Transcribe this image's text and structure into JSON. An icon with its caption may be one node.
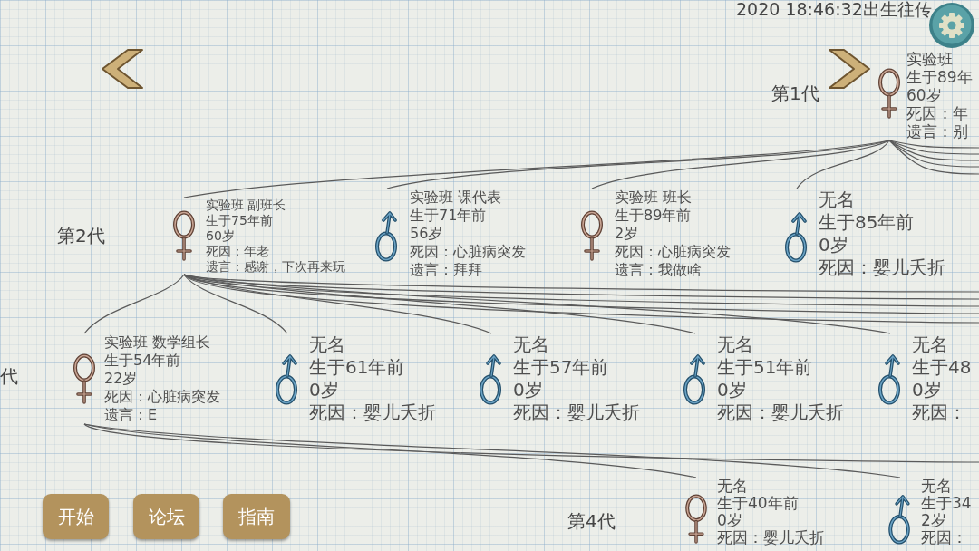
{
  "diagram": {
    "nodes": [
      {
        "text": [
          "实验班",
          "生于89年",
          "60岁",
          "死因：年",
          "遗言：别"
        ]
      },
      {
        "text": [
          "实验班 副班长",
          "生于75年前",
          "60岁",
          "死因：年老",
          "遗言：感谢，下次再来玩"
        ]
      },
      {
        "text": [
          "实验班 课代表",
          "生于71年前",
          "56岁",
          "死因：心脏病突发",
          "遗言：拜拜"
        ]
      },
      {
        "text": [
          "实验班 班长",
          "生于89年前",
          "2岁",
          "死因：心脏病突发",
          "遗言：我做啥"
        ]
      },
      {
        "text": [
          "无名",
          "生于85年前",
          "0岁",
          "死因：婴儿夭折"
        ]
      },
      {
        "text": [
          "实验班 数学组长",
          "生于54年前",
          "22岁",
          "死因：心脏病突发",
          "遗言：E"
        ]
      },
      {
        "text": [
          "无名",
          "生于61年前",
          "0岁",
          "死因：婴儿夭折"
        ]
      },
      {
        "text": [
          "无名",
          "生于57年前",
          "0岁",
          "死因：婴儿夭折"
        ]
      },
      {
        "text": [
          "无名",
          "生于51年前",
          "0岁",
          "死因：婴儿夭折"
        ]
      },
      {
        "text": [
          "无名",
          "生于48",
          "0岁",
          "死因："
        ]
      },
      {
        "text": [
          "无名",
          "生于40年前",
          "0岁",
          "死因：婴儿夭折"
        ]
      },
      {
        "text": [
          "无名",
          "生于34",
          "2岁",
          "死因："
        ]
      }
    ],
    "edges": [
      {
        "from": 0,
        "to": 1,
        "arrow": "none"
      },
      {
        "from": 0,
        "to": 2,
        "arrow": "none"
      },
      {
        "from": 0,
        "to": 3,
        "arrow": "none"
      },
      {
        "from": 0,
        "to": 4,
        "arrow": "none"
      },
      {
        "from": 0,
        "to": null,
        "arrow": "none"
      },
      {
        "from": 0,
        "to": null,
        "arrow": "none"
      },
      {
        "from": 0,
        "to": null,
        "arrow": "none"
      },
      {
        "from": 0,
        "to": null,
        "arrow": "none"
      },
      {
        "from": 0,
        "to": null,
        "arrow": "none"
      },
      {
        "from": 1,
        "to": 5,
        "arrow": "none"
      },
      {
        "from": 1,
        "to": 6,
        "arrow": "none"
      },
      {
        "from": 1,
        "to": 7,
        "arrow": "none"
      },
      {
        "from": 1,
        "to": 8,
        "arrow": "none"
      },
      {
        "from": 1,
        "to": 9,
        "arrow": "none"
      },
      {
        "from": 1,
        "to": null,
        "arrow": "none"
      },
      {
        "from": 1,
        "to": null,
        "arrow": "none"
      },
      {
        "from": 1,
        "to": null,
        "arrow": "none"
      },
      {
        "from": 1,
        "to": null,
        "arrow": "none"
      },
      {
        "from": 1,
        "to": null,
        "arrow": "none"
      },
      {
        "from": 5,
        "to": 10,
        "arrow": "none"
      },
      {
        "from": 5,
        "to": 11,
        "arrow": "none"
      },
      {
        "from": 5,
        "to": null,
        "arrow": "none"
      }
    ],
    "labels": [
      "2020 18:46:32出生往传",
      "第1代",
      "第2代",
      "代",
      "第4代",
      "开始",
      "论坛",
      "指南"
    ]
  }
}
